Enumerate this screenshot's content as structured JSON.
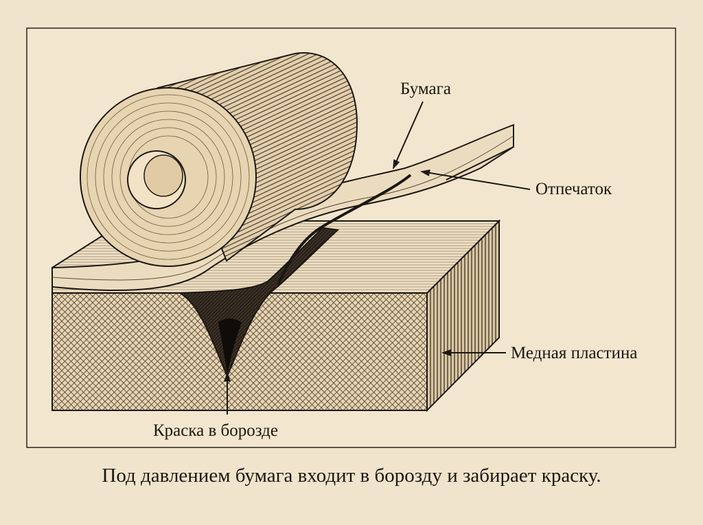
{
  "labels": {
    "paper": "Бумага",
    "impression": "Отпечаток",
    "copper_plate": "Медная пластина",
    "ink_in_groove": "Краска в борозде"
  },
  "caption": "Под давлением бумага входит в борозду и забирает краску.",
  "colors": {
    "background": "#f1e4cc",
    "ink": "#1b1712",
    "paper": "#ecdcbf"
  }
}
